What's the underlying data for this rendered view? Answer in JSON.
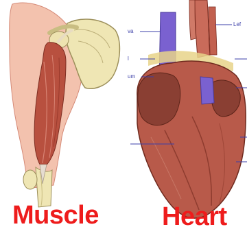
{
  "muscle": {
    "caption": "Muscle",
    "caption_color": "#ee1c1c",
    "illustration": "arm-with-biceps-and-scapula"
  },
  "heart": {
    "caption": "Heart",
    "caption_color": "#ee1c1c",
    "illustration": "anatomical-heart",
    "labels": {
      "top_right": "Lef",
      "left_1": "va",
      "left_2": "l",
      "left_3": "um"
    }
  },
  "colors": {
    "muscle_red": "#b8503f",
    "skin": "#f0b9a5",
    "bone": "#efe6b4",
    "heart_red": "#b85a4a",
    "vein_purple": "#7a61d0",
    "leader_line": "#3b3fa8"
  }
}
